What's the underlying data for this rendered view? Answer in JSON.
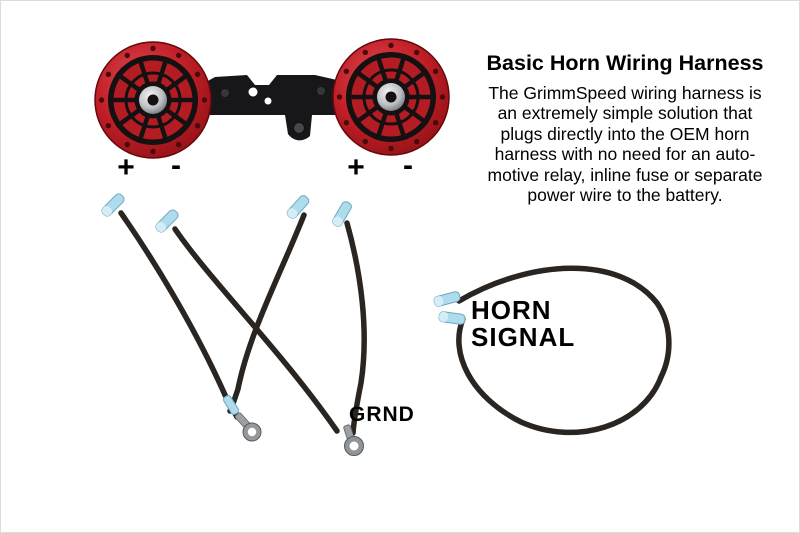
{
  "info_panel": {
    "title": "Basic Horn Wiring Harness",
    "description_lines": [
      "The GrimmSpeed wiring harness is",
      "an extremely simple solution that",
      "plugs directly into the OEM horn",
      "harness with no need for an auto-",
      "motive relay, inline fuse or separate",
      "power wire to the battery."
    ]
  },
  "diagram": {
    "terminal_labels": {
      "left_horn_positive": "+",
      "left_horn_negative": "-",
      "right_horn_positive": "+",
      "right_horn_negative": "-"
    },
    "wire_labels": {
      "horn_signal_line1": "HORN",
      "horn_signal_line2": "SIGNAL",
      "ground": "GRND"
    }
  },
  "colors": {
    "horn_red": "#c01e26",
    "bracket_black": "#17171a",
    "wire_black": "#2a2521",
    "connector_blue": "#aedcec",
    "label_black": "#000000",
    "background_white": "#ffffff"
  }
}
